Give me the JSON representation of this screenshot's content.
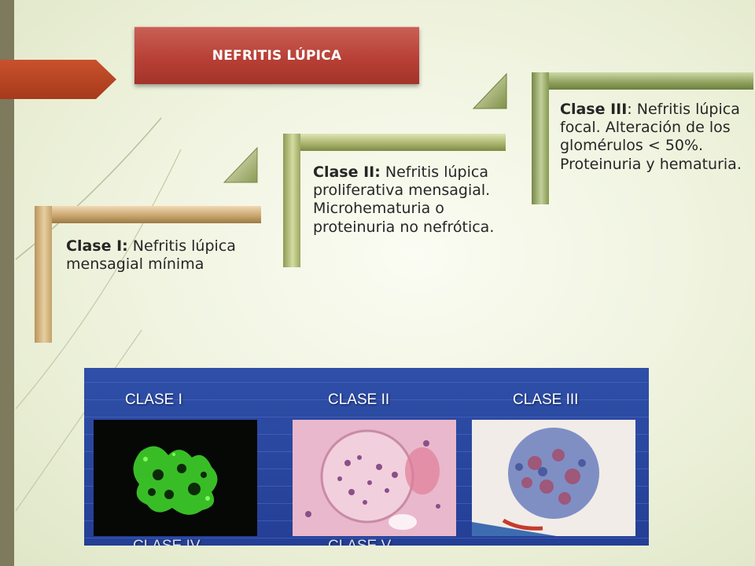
{
  "title": "NEFRITIS LÚPICA",
  "steps": [
    {
      "heading": "Clase I:",
      "body": " Nefritis lúpica mensagial mínima",
      "color": "#c7a26b"
    },
    {
      "heading": "Clase II:",
      "body": " Nefritis lúpica proliferativa mensagial. Microhematuria o proteinuria no nefrótica.",
      "color": "#a8b26b"
    },
    {
      "heading": "Clase III",
      "body_a": ": Nefritis lúpica focal. Alteración de los glomérulos < 50%.",
      "body_b": "Proteinuria y hematuria",
      "body_c": ".",
      "color": "#8fa05d"
    }
  ],
  "panel": {
    "labels_top": [
      "CLASE I",
      "CLASE II",
      "CLASE III"
    ],
    "labels_bottom": [
      "CLASE IV",
      "CLASE V"
    ]
  },
  "colors": {
    "title_box": "#b84036",
    "panel": "#2a48a0",
    "left_bar": "#7d7a5e"
  }
}
